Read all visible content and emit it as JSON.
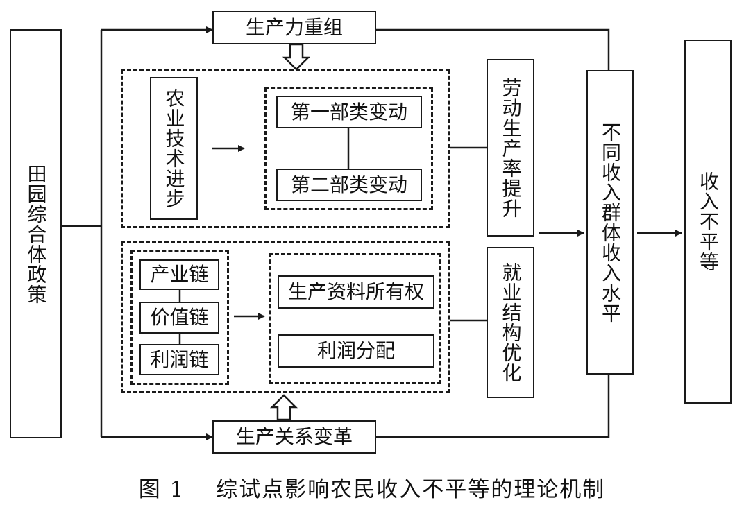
{
  "nodes": {
    "policy": "田园综合体政策",
    "productivity_reorg": "生产力重组",
    "agri_tech": "农业技术进步",
    "sector1_change": "第一部类变动",
    "sector2_change": "第二部类变动",
    "labor_productivity": "劳动生产率提升",
    "industry_chain": "产业链",
    "value_chain": "价值链",
    "profit_chain": "利润链",
    "means_ownership": "生产资料所有权",
    "profit_distribution": "利润分配",
    "employment_structure": "就业结构优化",
    "group_income": "不同收入群体收入水平",
    "income_inequality": "收入不平等",
    "production_relations": "生产关系变革"
  },
  "caption": "图 1　 综试点影响农民收入不平等的理论机制"
}
